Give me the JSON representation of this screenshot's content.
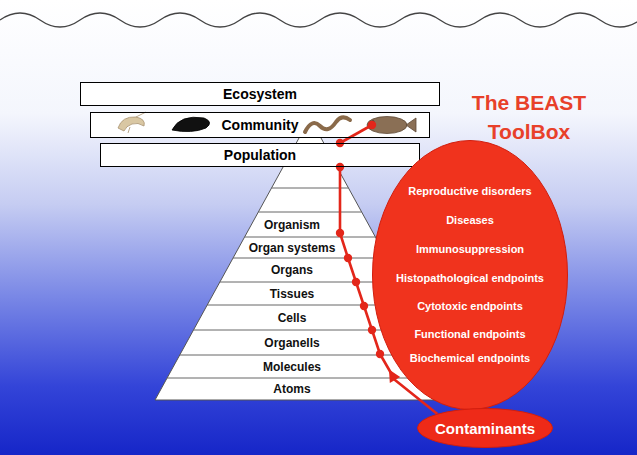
{
  "diagram": {
    "nodes": [
      {
        "text": [
          "Ecosystem"
        ]
      },
      {
        "text": [
          "Community"
        ]
      },
      {
        "text": [
          "Population"
        ]
      },
      {
        "text": [
          "Organism"
        ]
      },
      {
        "text": [
          "Organ systems"
        ]
      },
      {
        "text": [
          "Organs"
        ]
      },
      {
        "text": [
          "Tissues"
        ]
      },
      {
        "text": [
          "Cells"
        ]
      },
      {
        "text": [
          "Organells"
        ]
      },
      {
        "text": [
          "Molecules"
        ]
      },
      {
        "text": [
          "Atoms"
        ]
      },
      {
        "text": [
          "Reproductive disorders",
          "Diseases",
          "Immunosuppression",
          "Histopathological endpoints",
          "Cytotoxic endpoints",
          "Functional endpoints",
          "Biochemical endpoints"
        ]
      },
      {
        "text": [
          "Contaminants"
        ]
      }
    ],
    "edges": [
      {
        "from": 12,
        "to": 2,
        "arrow": "to"
      },
      {
        "from": 2,
        "to": 1,
        "arrow": "none"
      }
    ],
    "labels": [
      "The BEAST ToolBox"
    ]
  }
}
